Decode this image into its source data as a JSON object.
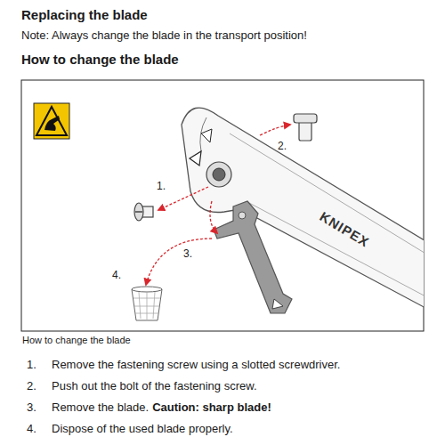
{
  "diagram": {
    "title": "Replacing the blade",
    "caption": "How to change the blade",
    "labels": [
      "Note: Always change the blade in the transport position!",
      "How to change the blade",
      "1.",
      "2.",
      "3.",
      "4.",
      "KNIPEX",
      "1.",
      "Remove the fastening screw using a slotted screwdriver.",
      "2.",
      "Push out the bolt of the fastening screw.",
      "3.",
      "Remove the blade.",
      "Caution: sharp blade!",
      "4.",
      "Dispose of the used blade properly."
    ]
  }
}
